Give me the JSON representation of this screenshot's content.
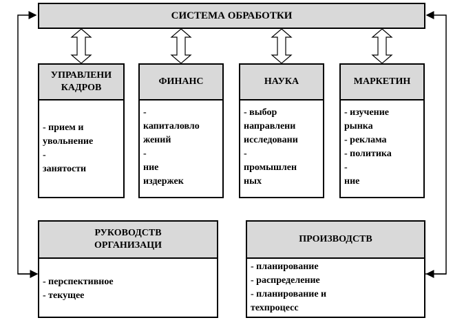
{
  "top": {
    "title": "СИСТЕМА ОБРАБОТКИ"
  },
  "columns": [
    {
      "title": "УПРАВЛЕНИ КАДРОВ",
      "lines": [
        "- прием и",
        "увольнение",
        "-",
        "занятости"
      ]
    },
    {
      "title": "ФИНАНС",
      "lines": [
        "-",
        "капиталовло",
        "жений",
        "-",
        "ние",
        "издержек"
      ]
    },
    {
      "title": "НАУКА",
      "lines": [
        "- выбор",
        "направлени",
        "исследовани",
        "-",
        "промышлен",
        "ных"
      ]
    },
    {
      "title": "МАРКЕТИН",
      "lines": [
        "- изучение",
        "рынка",
        "- реклама",
        "- политика",
        "-",
        "ние"
      ]
    }
  ],
  "management": {
    "title_line1": "РУКОВОДСТВ",
    "title_line2": "ОРГАНИЗАЦИ",
    "lines": [
      "- перспективное",
      "- текущее"
    ]
  },
  "production": {
    "title": "ПРОИЗВОДСТВ",
    "lines": [
      "- планирование",
      "- распределение",
      "- планирование и",
      "техпроцесс"
    ]
  }
}
